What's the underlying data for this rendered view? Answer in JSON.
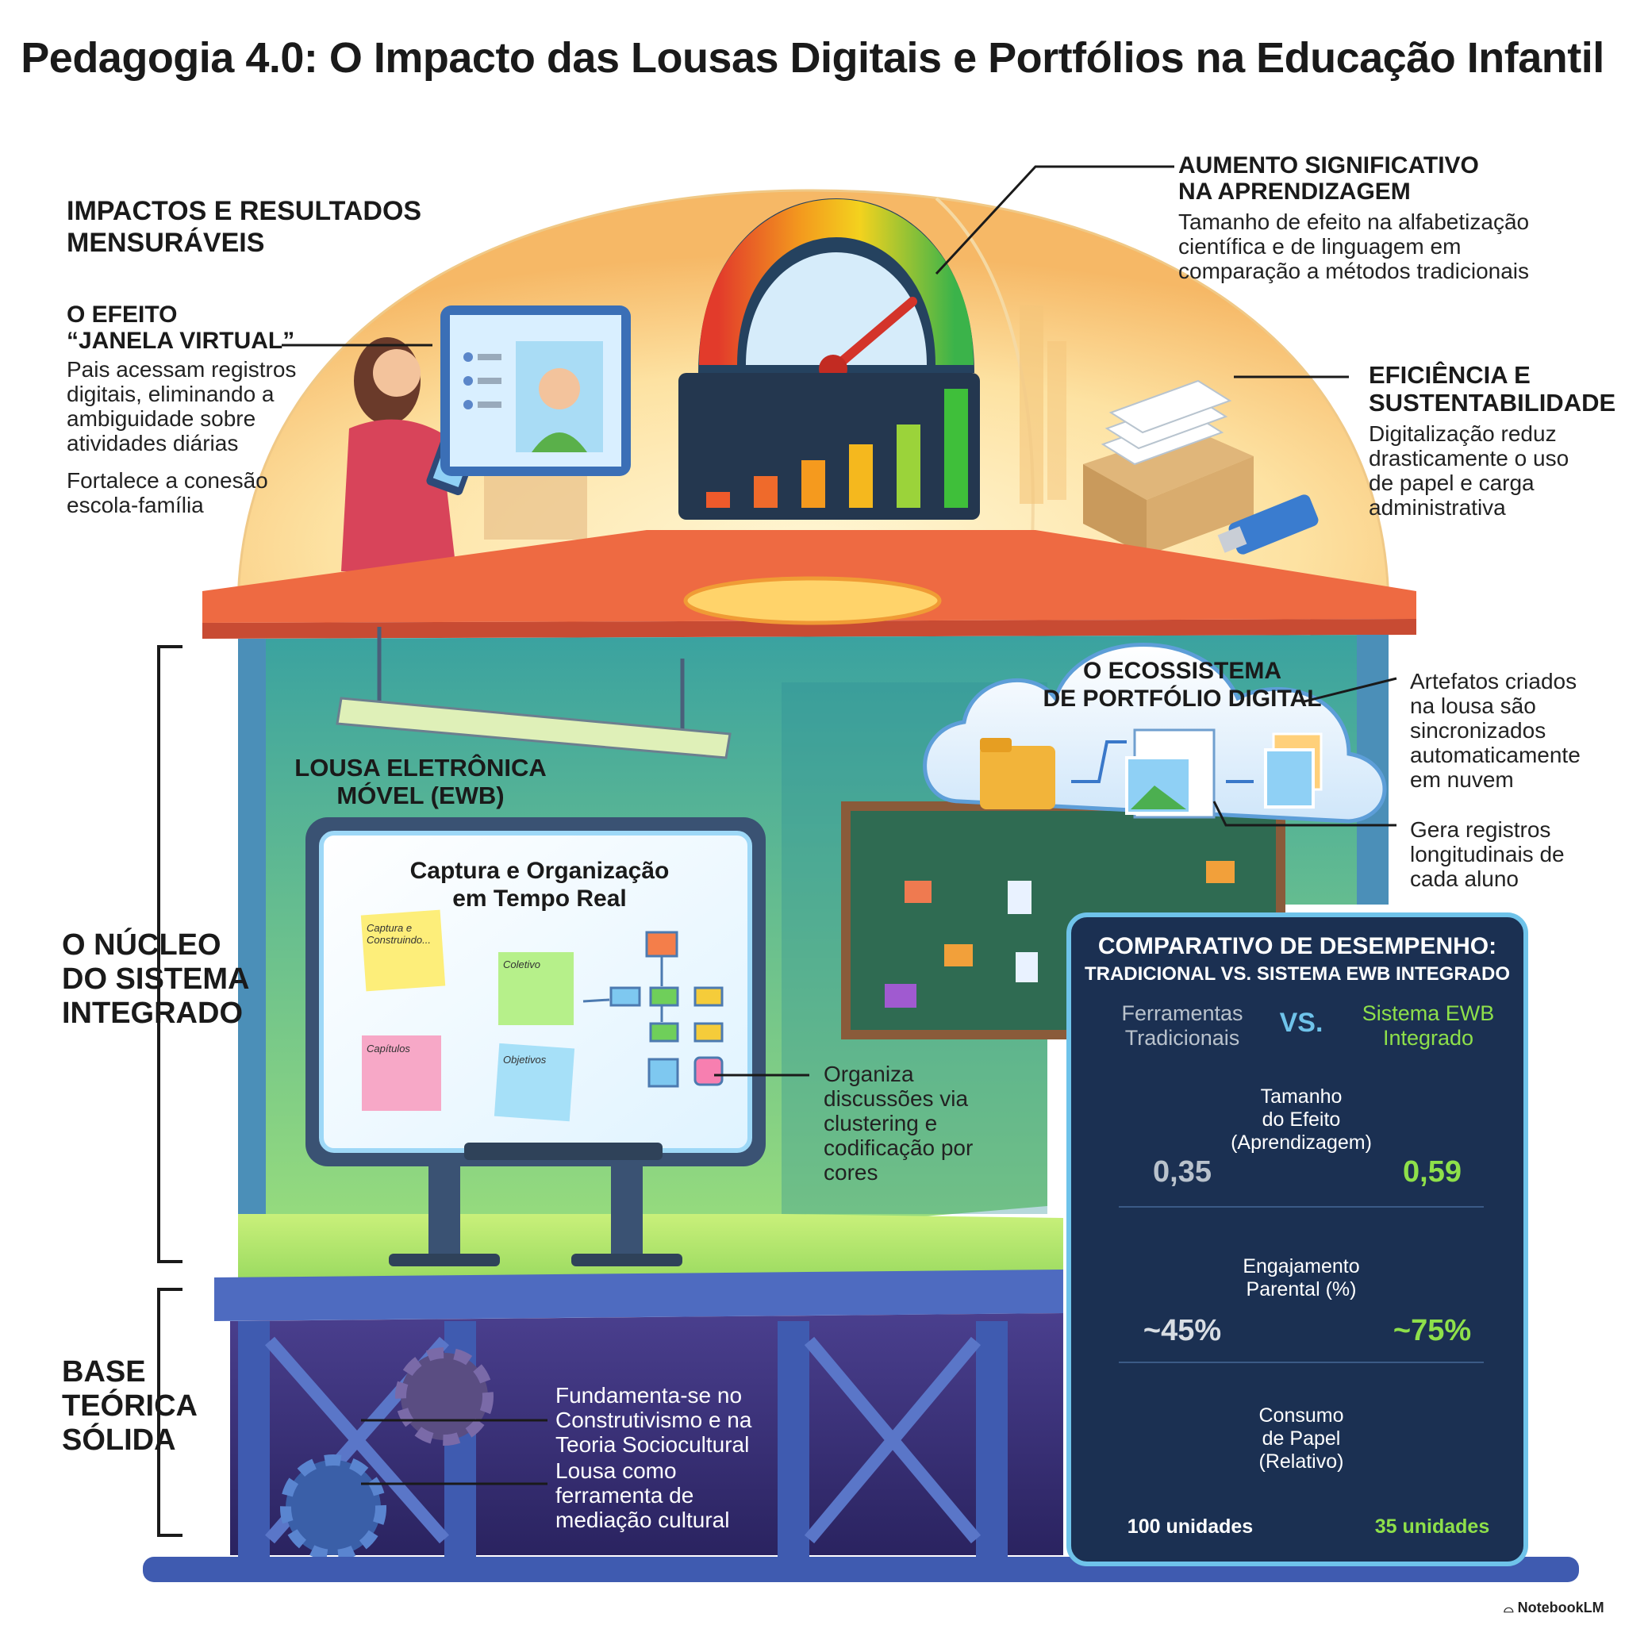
{
  "title": "Pedagogia 4.0: O Impacto das Lousas Digitais e Portfólios na Educação Infantil",
  "impacts": {
    "heading": "IMPACTOS E RESULTADOS MENSURÁVEIS",
    "virtual_window": {
      "heading_line1": "O EFEITO",
      "heading_line2": "“JANELA VIRTUAL”",
      "text1": "Pais acessam registros digitais, eliminando a ambiguidade sobre atividades diárias",
      "text2": "Fortalece a conesão escola-família"
    },
    "learning": {
      "heading_line1": "AUMENTO SIGNIFICATIVO",
      "heading_line2": "NA APRENDIZAGEM",
      "text": "Tamanho de efeito na alfabetização científica e de linguagem em comparação a métodos tradicionais"
    },
    "efficiency": {
      "heading_line1": "EFICIÊNCIA E",
      "heading_line2": "SUSTENTABILIDADE",
      "text": "Digitalização reduz drasticamente o uso de papel e carga administrativa"
    }
  },
  "core": {
    "heading_line1": "O NÚCLEO",
    "heading_line2": "DO SISTEMA",
    "heading_line3": "INTEGRADO",
    "ewb_label_line1": "LOUSA ELETRÔNICA",
    "ewb_label_line2": "MÓVEL (EWB)",
    "screen_title_line1": "Captura e Organização",
    "screen_title_line2": "em Tempo Real",
    "screen_notes": [
      "Captura e Construindo...",
      "Coletivo",
      "Capítulos",
      "Objetivos"
    ],
    "organize_text": "Organiza discussões via clustering e codificação por cores"
  },
  "portfolio": {
    "heading_line1": "O ECOSSISTEMA",
    "heading_line2": "DE PORTFÓLIO DIGITAL",
    "sync_text": "Artefatos criados na lousa são sincronizados automaticamente em nuvem",
    "records_text": "Gera registros longitudinais de cada aluno"
  },
  "base": {
    "heading_line1": "BASE",
    "heading_line2": "TEÓRICA",
    "heading_line3": "SÓLIDA",
    "text1": "Fundamenta-se no Construtivismo e na Teoria Sociocultural",
    "text2": "Lousa como ferramenta de mediação cultural"
  },
  "comparison": {
    "title_line1": "COMPARATIVO DE DESEMPENHO:",
    "title_line2": "TRADICIONAL VS. SISTEMA EWB INTEGRADO",
    "left_head_line1": "Ferramentas",
    "left_head_line2": "Tradicionais",
    "vs": "VS.",
    "right_head_line1": "Sistema EWB",
    "right_head_line2": "Integrado",
    "rows": [
      {
        "metric_line1": "Tamanho",
        "metric_line2": "do Efeito",
        "metric_line3": "(Aprendizagem)",
        "left": "0,35",
        "right": "0,59"
      },
      {
        "metric_line1": "Engajamento",
        "metric_line2": "Parental (%)",
        "metric_line3": "",
        "left": "~45%",
        "right": "~75%"
      },
      {
        "metric_line1": "Consumo",
        "metric_line2": "de Papel",
        "metric_line3": "(Relativo)",
        "left": "100 unidades",
        "right": "35 unidades"
      }
    ],
    "colors": {
      "traditional": "#b9c2cc",
      "ewb": "#8ee04a",
      "panel_bg": "#1b3052",
      "border": "#6fc3ea"
    }
  },
  "brand": "NotebookLM"
}
